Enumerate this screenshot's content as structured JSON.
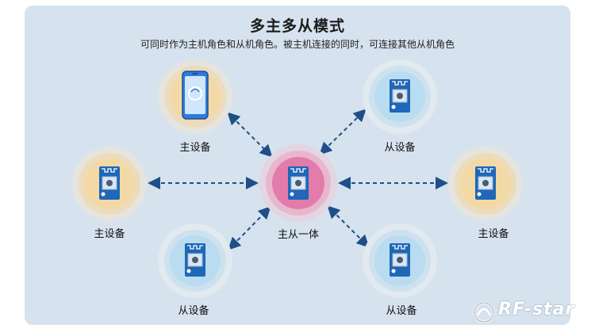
{
  "header": {
    "title": "多主多从模式",
    "subtitle": "可同时作为主机角色和从机角色。被主机连接的同时，可连接其他从机角色"
  },
  "nodes": {
    "center_label": "主从一体",
    "master_top_label": "主设备",
    "master_left_label": "主设备",
    "master_right_label": "主设备",
    "slave_top_label": "从设备",
    "slave_bottom_left_label": "从设备",
    "slave_bottom_right_label": "从设备"
  },
  "colors": {
    "master_fill": "#f2d9a6",
    "slave_fill": "#b9dcf0",
    "center_fill": "#e37bab",
    "arrow": "#1f4f86"
  },
  "icons": {
    "phone": "smartphone-icon",
    "module": "ble-module-icon"
  },
  "brand": {
    "logo_text": "RF-star"
  }
}
